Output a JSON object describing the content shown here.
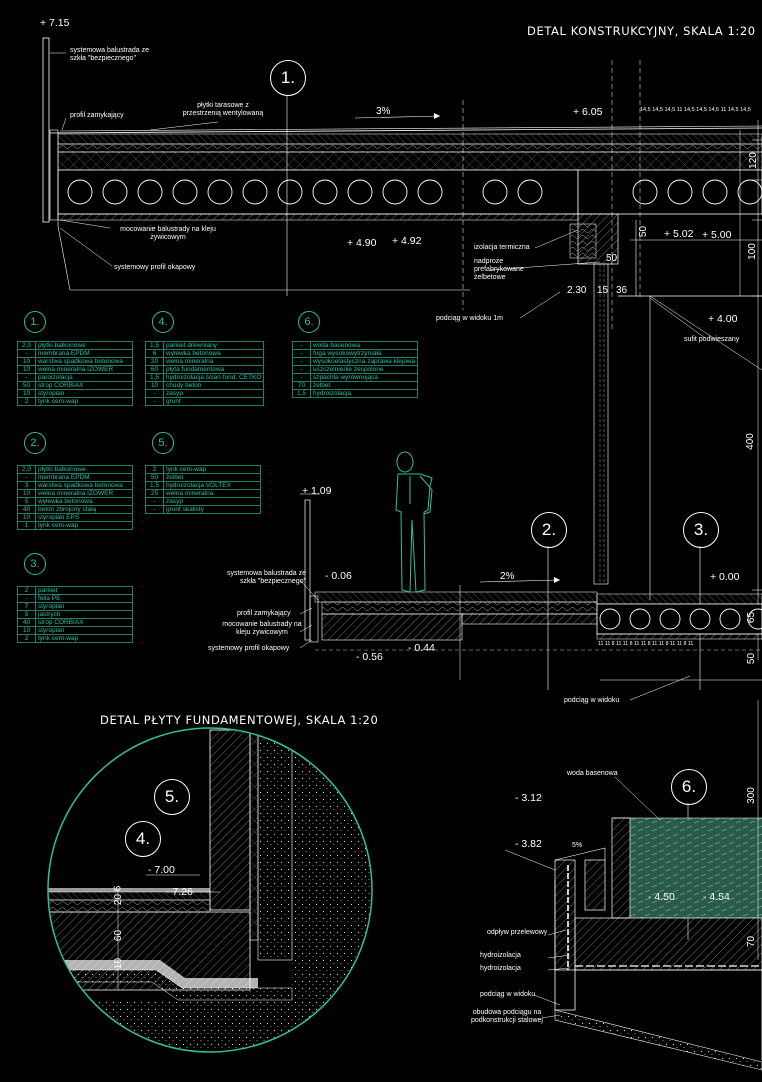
{
  "titles": {
    "top": "DETAL KONSTRUKCYJNY, SKALA 1:20",
    "bottom": "DETAL PŁYTY FUNDAMENTOWEJ, SKALA 1:20"
  },
  "callouts": [
    "1.",
    "2.",
    "3.",
    "4.",
    "5.",
    "6."
  ],
  "levels": {
    "l715": "+ 7.15",
    "l605": "+ 6.05",
    "l490": "+ 4.90",
    "l492": "+ 4.92",
    "l502": "+ 5.02",
    "l500": "+ 5.00",
    "l400": "+ 4.00",
    "l109": "+ 1.09",
    "lm006": "- 0.06",
    "l000": "+ 0.00",
    "lm056": "- 0.56",
    "lm044": "- 0.44",
    "lm700": "- 7.00",
    "lm726": "- 7.26",
    "lm312": "- 3.12",
    "lm382": "- 3.82",
    "lm450": "- 4.50",
    "lm454": "- 4.54"
  },
  "labels": {
    "balustrada_top": "systemowa balustrada ze szkła \"bezpiecznego\"",
    "profil_top": "profil zamykający",
    "plytki": "płytki tarasowe z przestrzenią wentylowaną",
    "mocowanie_top": "mocowanie balustrady na kleju żywicowym",
    "okapowy_top": "systemowy profil okapowy",
    "izolacja": "izolacja termiczna",
    "nadproze": "nadproże prefabrykowane żelbetowe",
    "podciag_1m": "podciąg w widoku 1m",
    "sufit": "sufit podwieszany",
    "balustrada_mid": "systemowa balustrada ze szkła \"bezpiecznego\"",
    "profil_mid": "profil zamykający",
    "mocowanie_mid": "mocowanie balustrady na kleju żywicowym",
    "okapowy_mid": "systemowy profil okapowy",
    "podciag_widoku": "podciąg w widoku",
    "woda": "woda basenowa",
    "odplyw": "odpływ przelewowy",
    "hydro1": "hydroizolacja",
    "hydro2": "hydroizolacja",
    "podciag_bottom": "podciąg w widoku",
    "obudowa": "obudowa podciągu na podkonstrukcji stalowej"
  },
  "slopes": {
    "s3": "3%",
    "s2": "2%",
    "s5": "5%"
  },
  "dims": {
    "d50": "50",
    "d100": "100",
    "d120": "120",
    "d230": "2.30",
    "d15": "15",
    "d36": "36",
    "d400": "400",
    "d65": "65",
    "d50b": "50",
    "d300": "300",
    "d70": "70",
    "d20": "20",
    "d6": "6",
    "d60": "60",
    "d10": "10",
    "d50c": "50",
    "ticks_top": "14,5 14,5 14,5 11 14,5 14,5 14,5 11 14,5 14,5",
    "ticks_mid": "11 11 8 11 11 8 11 11 8 11 11 8 11 11 8 11"
  },
  "legends": [
    {
      "id": "1.",
      "rows": [
        [
          "2,0",
          "płytki balkonowe"
        ],
        [
          "-",
          "membrana EPDM"
        ],
        [
          "10",
          "warstwa spadkowa betonowa"
        ],
        [
          "10",
          "wełna mineralna IZOWER"
        ],
        [
          "-",
          "paroizolacja"
        ],
        [
          "50",
          "strop CORBIAX"
        ],
        [
          "10",
          "styropian"
        ],
        [
          "2",
          "tynk cem-wap"
        ]
      ]
    },
    {
      "id": "4.",
      "rows": [
        [
          "1,5",
          "parkiet drewniany"
        ],
        [
          "6",
          "wylewka betonowa"
        ],
        [
          "20",
          "wełna mineralna"
        ],
        [
          "60",
          "płyta fundamentowa"
        ],
        [
          "1,5",
          "hydroizolacja ścian fund. CETKO"
        ],
        [
          "10",
          "chudy beton"
        ],
        [
          "-",
          "zasyp"
        ],
        [
          "-",
          "grunt"
        ]
      ]
    },
    {
      "id": "6.",
      "rows": [
        [
          "-",
          "woda basenowa"
        ],
        [
          "-",
          "fuga wysokowytrzymała"
        ],
        [
          "-",
          "wysokoelastyczna zaprawa klejowa"
        ],
        [
          "-",
          "uszczelnienie zespolone"
        ],
        [
          "-",
          "szpachla wyrównująca"
        ],
        [
          "70",
          "żelbet"
        ],
        [
          "1,5",
          "hydroizolacja"
        ]
      ]
    },
    {
      "id": "2.",
      "rows": [
        [
          "2,0",
          "płytki balkonowe"
        ],
        [
          "-",
          "membrana EPDM"
        ],
        [
          "3",
          "warstwa spadkowa betonowa"
        ],
        [
          "10",
          "wełna mineralna IZOWER"
        ],
        [
          "5",
          "wylewka betonowa"
        ],
        [
          "40",
          "beton zbrojony stalą"
        ],
        [
          "10",
          "styropian EPS"
        ],
        [
          "1",
          "tynk cem-wap"
        ]
      ]
    },
    {
      "id": "5.",
      "rows": [
        [
          "2",
          "tynk cem-wap"
        ],
        [
          "50",
          "żelbet"
        ],
        [
          "1,5",
          "hydroizolacja VOLTEX"
        ],
        [
          "25",
          "wełna mineralna"
        ],
        [
          "-",
          "zasyp"
        ],
        [
          "-",
          "grunt skalisty"
        ]
      ]
    },
    {
      "id": "3.",
      "rows": [
        [
          "2",
          "parkiet"
        ],
        [
          "-",
          "folia PE"
        ],
        [
          "7",
          "styropian"
        ],
        [
          "5",
          "jastrych"
        ],
        [
          "40",
          "strop CORBIAX"
        ],
        [
          "10",
          "styropian"
        ],
        [
          "2",
          "tynk cem-wap"
        ]
      ]
    }
  ],
  "colors": {
    "accent": "#2fbf9f",
    "line": "#ffffff",
    "water": "#2a5a48"
  }
}
